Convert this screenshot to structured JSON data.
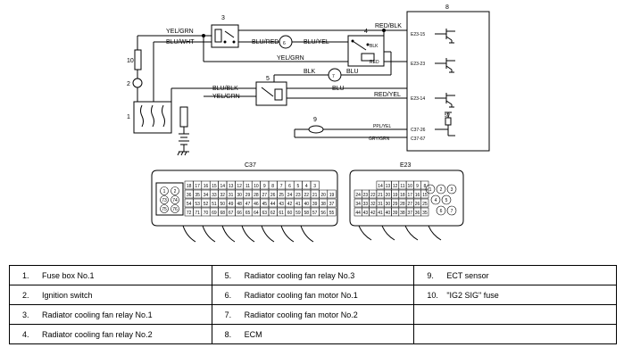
{
  "diagram": {
    "component_numbers": [
      "1",
      "2",
      "3",
      "4",
      "5",
      "6",
      "7",
      "8",
      "9",
      "10"
    ],
    "wires": {
      "yel_grn": "YEL/GRN",
      "blu_wht": "BLU/WHT",
      "blu_red": "BLU/RED",
      "blu_yel": "BLU/YEL",
      "red_blk": "RED/BLK",
      "blk_sw": "BLK",
      "yel_grn_2": "YEL/GRN",
      "red": "RED",
      "blk_m": "BLK",
      "blu_m": "BLU",
      "blu_blk": "BLU/BLK",
      "yel_grn_3": "YEL/GRN",
      "blu_l": "BLU",
      "red_yel": "RED/YEL",
      "ppl_yel": "PPL/YEL",
      "gry_grn": "GRY/GRN"
    },
    "ecm_terminals": {
      "e23_15": "E23-15",
      "e23_23": "E23-23",
      "e23_14": "E23-14",
      "c37_26": "C37-26",
      "c37_67": "C37-67"
    },
    "voltage": "5V",
    "connectors": {
      "c37": {
        "title": "C37",
        "row1": [
          "18",
          "17",
          "16",
          "15",
          "14",
          "13",
          "12",
          "11",
          "10",
          "9",
          "8",
          "7",
          "6",
          "5",
          "4",
          "3"
        ],
        "row2": [
          "36",
          "35",
          "34",
          "33",
          "32",
          "31",
          "30",
          "29",
          "28",
          "27",
          "26",
          "25",
          "24",
          "23",
          "22",
          "21",
          "20",
          "19"
        ],
        "row3": [
          "54",
          "53",
          "52",
          "51",
          "50",
          "49",
          "48",
          "47",
          "46",
          "45",
          "44",
          "43",
          "42",
          "41",
          "40",
          "39",
          "38",
          "37"
        ],
        "row4": [
          "72",
          "71",
          "70",
          "69",
          "68",
          "67",
          "66",
          "65",
          "64",
          "63",
          "62",
          "61",
          "60",
          "59",
          "58",
          "57",
          "56",
          "55"
        ],
        "left_pins": [
          "1",
          "2",
          "73",
          "74",
          "75",
          "76"
        ]
      },
      "e23": {
        "title": "E23",
        "row1": [
          "14",
          "13",
          "12",
          "11",
          "10",
          "9",
          "8"
        ],
        "row2": [
          "24",
          "23",
          "22",
          "21",
          "20",
          "19",
          "18",
          "17",
          "16",
          "15"
        ],
        "row3": [
          "34",
          "33",
          "32",
          "31",
          "30",
          "29",
          "28",
          "27",
          "26",
          "25"
        ],
        "row4": [
          "44",
          "43",
          "42",
          "41",
          "40",
          "39",
          "38",
          "37",
          "36",
          "35"
        ],
        "right_pins": [
          "1",
          "2",
          "3",
          "4",
          "5",
          "6",
          "7"
        ]
      }
    }
  },
  "legend": [
    [
      {
        "num": "1.",
        "label": "Fuse box No.1"
      },
      {
        "num": "5.",
        "label": "Radiator cooling fan relay No.3"
      },
      {
        "num": "9.",
        "label": "ECT sensor"
      }
    ],
    [
      {
        "num": "2.",
        "label": "Ignition switch"
      },
      {
        "num": "6.",
        "label": "Radiator cooling fan motor No.1"
      },
      {
        "num": "10.",
        "label": "\"IG2 SIG\" fuse"
      }
    ],
    [
      {
        "num": "3.",
        "label": "Radiator cooling fan relay No.1"
      },
      {
        "num": "7.",
        "label": "Radiator cooling fan motor No.2"
      },
      {
        "num": "",
        "label": ""
      }
    ],
    [
      {
        "num": "4.",
        "label": "Radiator cooling fan relay No.2"
      },
      {
        "num": "8.",
        "label": "ECM"
      },
      {
        "num": "",
        "label": ""
      }
    ]
  ]
}
